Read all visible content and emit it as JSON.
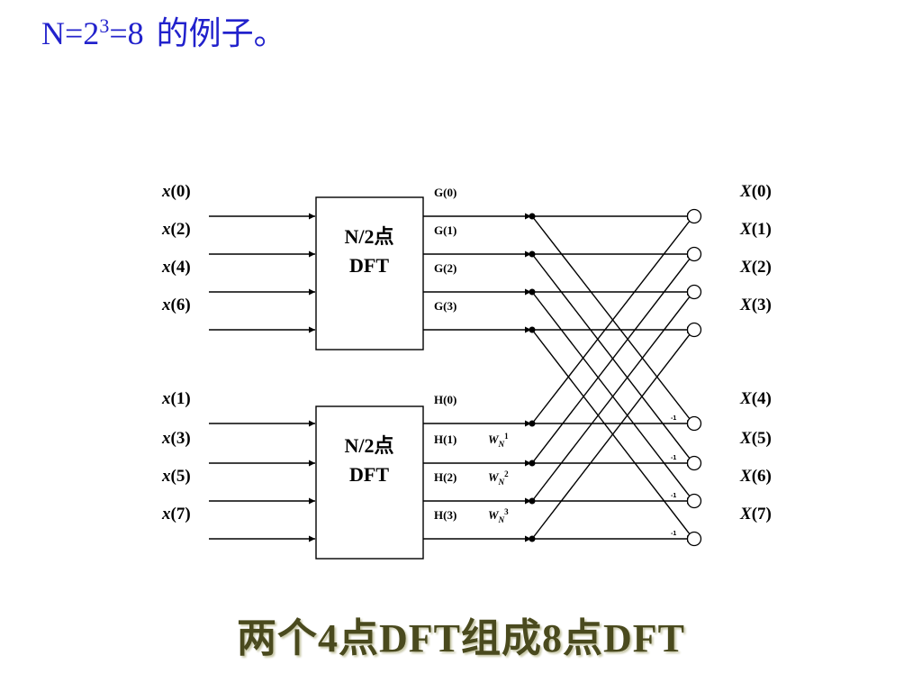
{
  "title": {
    "prefix": "N=2",
    "exponent": "3",
    "suffix": "=8",
    "text_cn": "的例子。"
  },
  "diagram": {
    "inputs_top": [
      "x(0)",
      "x(2)",
      "x(4)",
      "x(6)"
    ],
    "inputs_bottom": [
      "x(1)",
      "x(3)",
      "x(5)",
      "x(7)"
    ],
    "block_top": {
      "line1": "N/2点",
      "line2": "DFT"
    },
    "block_bottom": {
      "line1": "N/2点",
      "line2": "DFT"
    },
    "g_labels": [
      "G(0)",
      "G(1)",
      "G(2)",
      "G(3)"
    ],
    "h_labels": [
      "H(0)",
      "H(1)",
      "H(2)",
      "H(3)"
    ],
    "twiddles": [
      {
        "base": "W",
        "sub": "N",
        "sup": "1"
      },
      {
        "base": "W",
        "sub": "N",
        "sup": "2"
      },
      {
        "base": "W",
        "sub": "N",
        "sup": "3"
      }
    ],
    "minus_one": "-1",
    "outputs": [
      "X(0)",
      "X(1)",
      "X(2)",
      "X(3)",
      "X(4)",
      "X(5)",
      "X(6)",
      "X(7)"
    ]
  },
  "caption": "两个4点DFT组成8点DFT",
  "colors": {
    "title": "#2222cc",
    "caption": "#4a4a1e",
    "lines": "#000000"
  }
}
